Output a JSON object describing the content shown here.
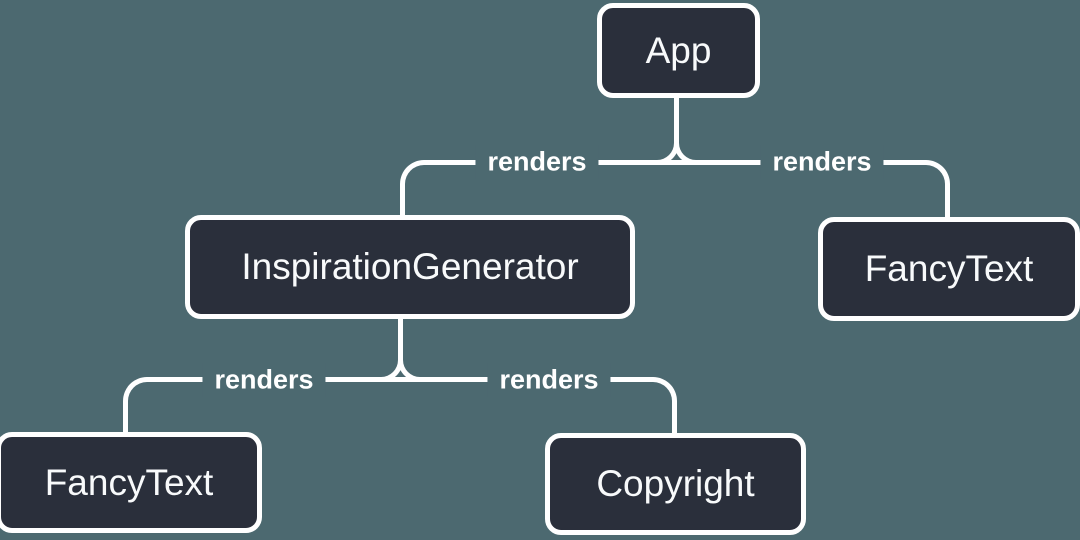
{
  "diagram": {
    "title": "react-component-render-tree",
    "colors": {
      "background": "#4C6970",
      "node_fill": "#2A2F3B",
      "node_border": "#FFFFFF",
      "edge_line": "#FFFFFF",
      "text": "#F8FAFB"
    },
    "nodes": [
      {
        "id": "app",
        "label": "App"
      },
      {
        "id": "inspiration-generator",
        "label": "InspirationGenerator"
      },
      {
        "id": "fancy-text-top",
        "label": "FancyText"
      },
      {
        "id": "fancy-text-bottom",
        "label": "FancyText"
      },
      {
        "id": "copyright",
        "label": "Copyright"
      }
    ],
    "edges": [
      {
        "from": "App",
        "to": "InspirationGenerator",
        "label": "renders"
      },
      {
        "from": "App",
        "to": "FancyText",
        "label": "renders"
      },
      {
        "from": "InspirationGenerator",
        "to": "FancyText",
        "label": "renders"
      },
      {
        "from": "InspirationGenerator",
        "to": "Copyright",
        "label": "renders"
      }
    ]
  }
}
